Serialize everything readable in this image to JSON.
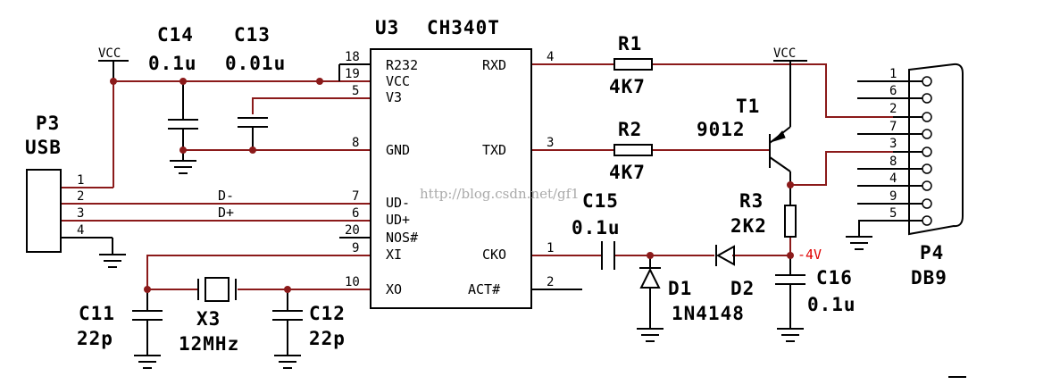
{
  "chip": {
    "ref": "U3",
    "part": "CH340T",
    "left_pins": [
      {
        "num": "18",
        "name": "R232"
      },
      {
        "num": "19",
        "name": "VCC"
      },
      {
        "num": "5",
        "name": "V3"
      },
      {
        "num": "8",
        "name": "GND"
      },
      {
        "num": "7",
        "name": "UD-"
      },
      {
        "num": "6",
        "name": "UD+"
      },
      {
        "num": "20",
        "name": "NOS#"
      },
      {
        "num": "9",
        "name": "XI"
      },
      {
        "num": "10",
        "name": "XO"
      }
    ],
    "right_pins": [
      {
        "num": "4",
        "name": "RXD"
      },
      {
        "num": "3",
        "name": "TXD"
      },
      {
        "num": "1",
        "name": "CKO"
      },
      {
        "num": "2",
        "name": "ACT#"
      }
    ]
  },
  "usb": {
    "ref": "P3",
    "name": "USB",
    "pins": [
      "1",
      "2",
      "3",
      "4"
    ]
  },
  "db9": {
    "ref": "P4",
    "name": "DB9",
    "pins": [
      "1",
      "6",
      "2",
      "7",
      "3",
      "8",
      "4",
      "9",
      "5"
    ]
  },
  "components": {
    "c14": {
      "ref": "C14",
      "value": "0.1u"
    },
    "c13": {
      "ref": "C13",
      "value": "0.01u"
    },
    "c11": {
      "ref": "C11",
      "value": "22p"
    },
    "c12": {
      "ref": "C12",
      "value": "22p"
    },
    "x3": {
      "ref": "X3",
      "value": "12MHz"
    },
    "r1": {
      "ref": "R1",
      "value": "4K7"
    },
    "r2": {
      "ref": "R2",
      "value": "4K7"
    },
    "r3": {
      "ref": "R3",
      "value": "2K2"
    },
    "t1": {
      "ref": "T1",
      "value": "9012"
    },
    "c15": {
      "ref": "C15",
      "value": "0.1u"
    },
    "c16": {
      "ref": "C16",
      "value": "0.1u"
    },
    "d1": {
      "ref": "D1"
    },
    "d2": {
      "ref": "D2"
    },
    "diode_part": "1N4148"
  },
  "nets": {
    "vcc_left": "VCC",
    "vcc_t1": "VCC",
    "d_minus": "D-",
    "d_plus": "D+",
    "neg_voltage": "-4V"
  },
  "watermark": "http://blog.csdn.net/gf1"
}
